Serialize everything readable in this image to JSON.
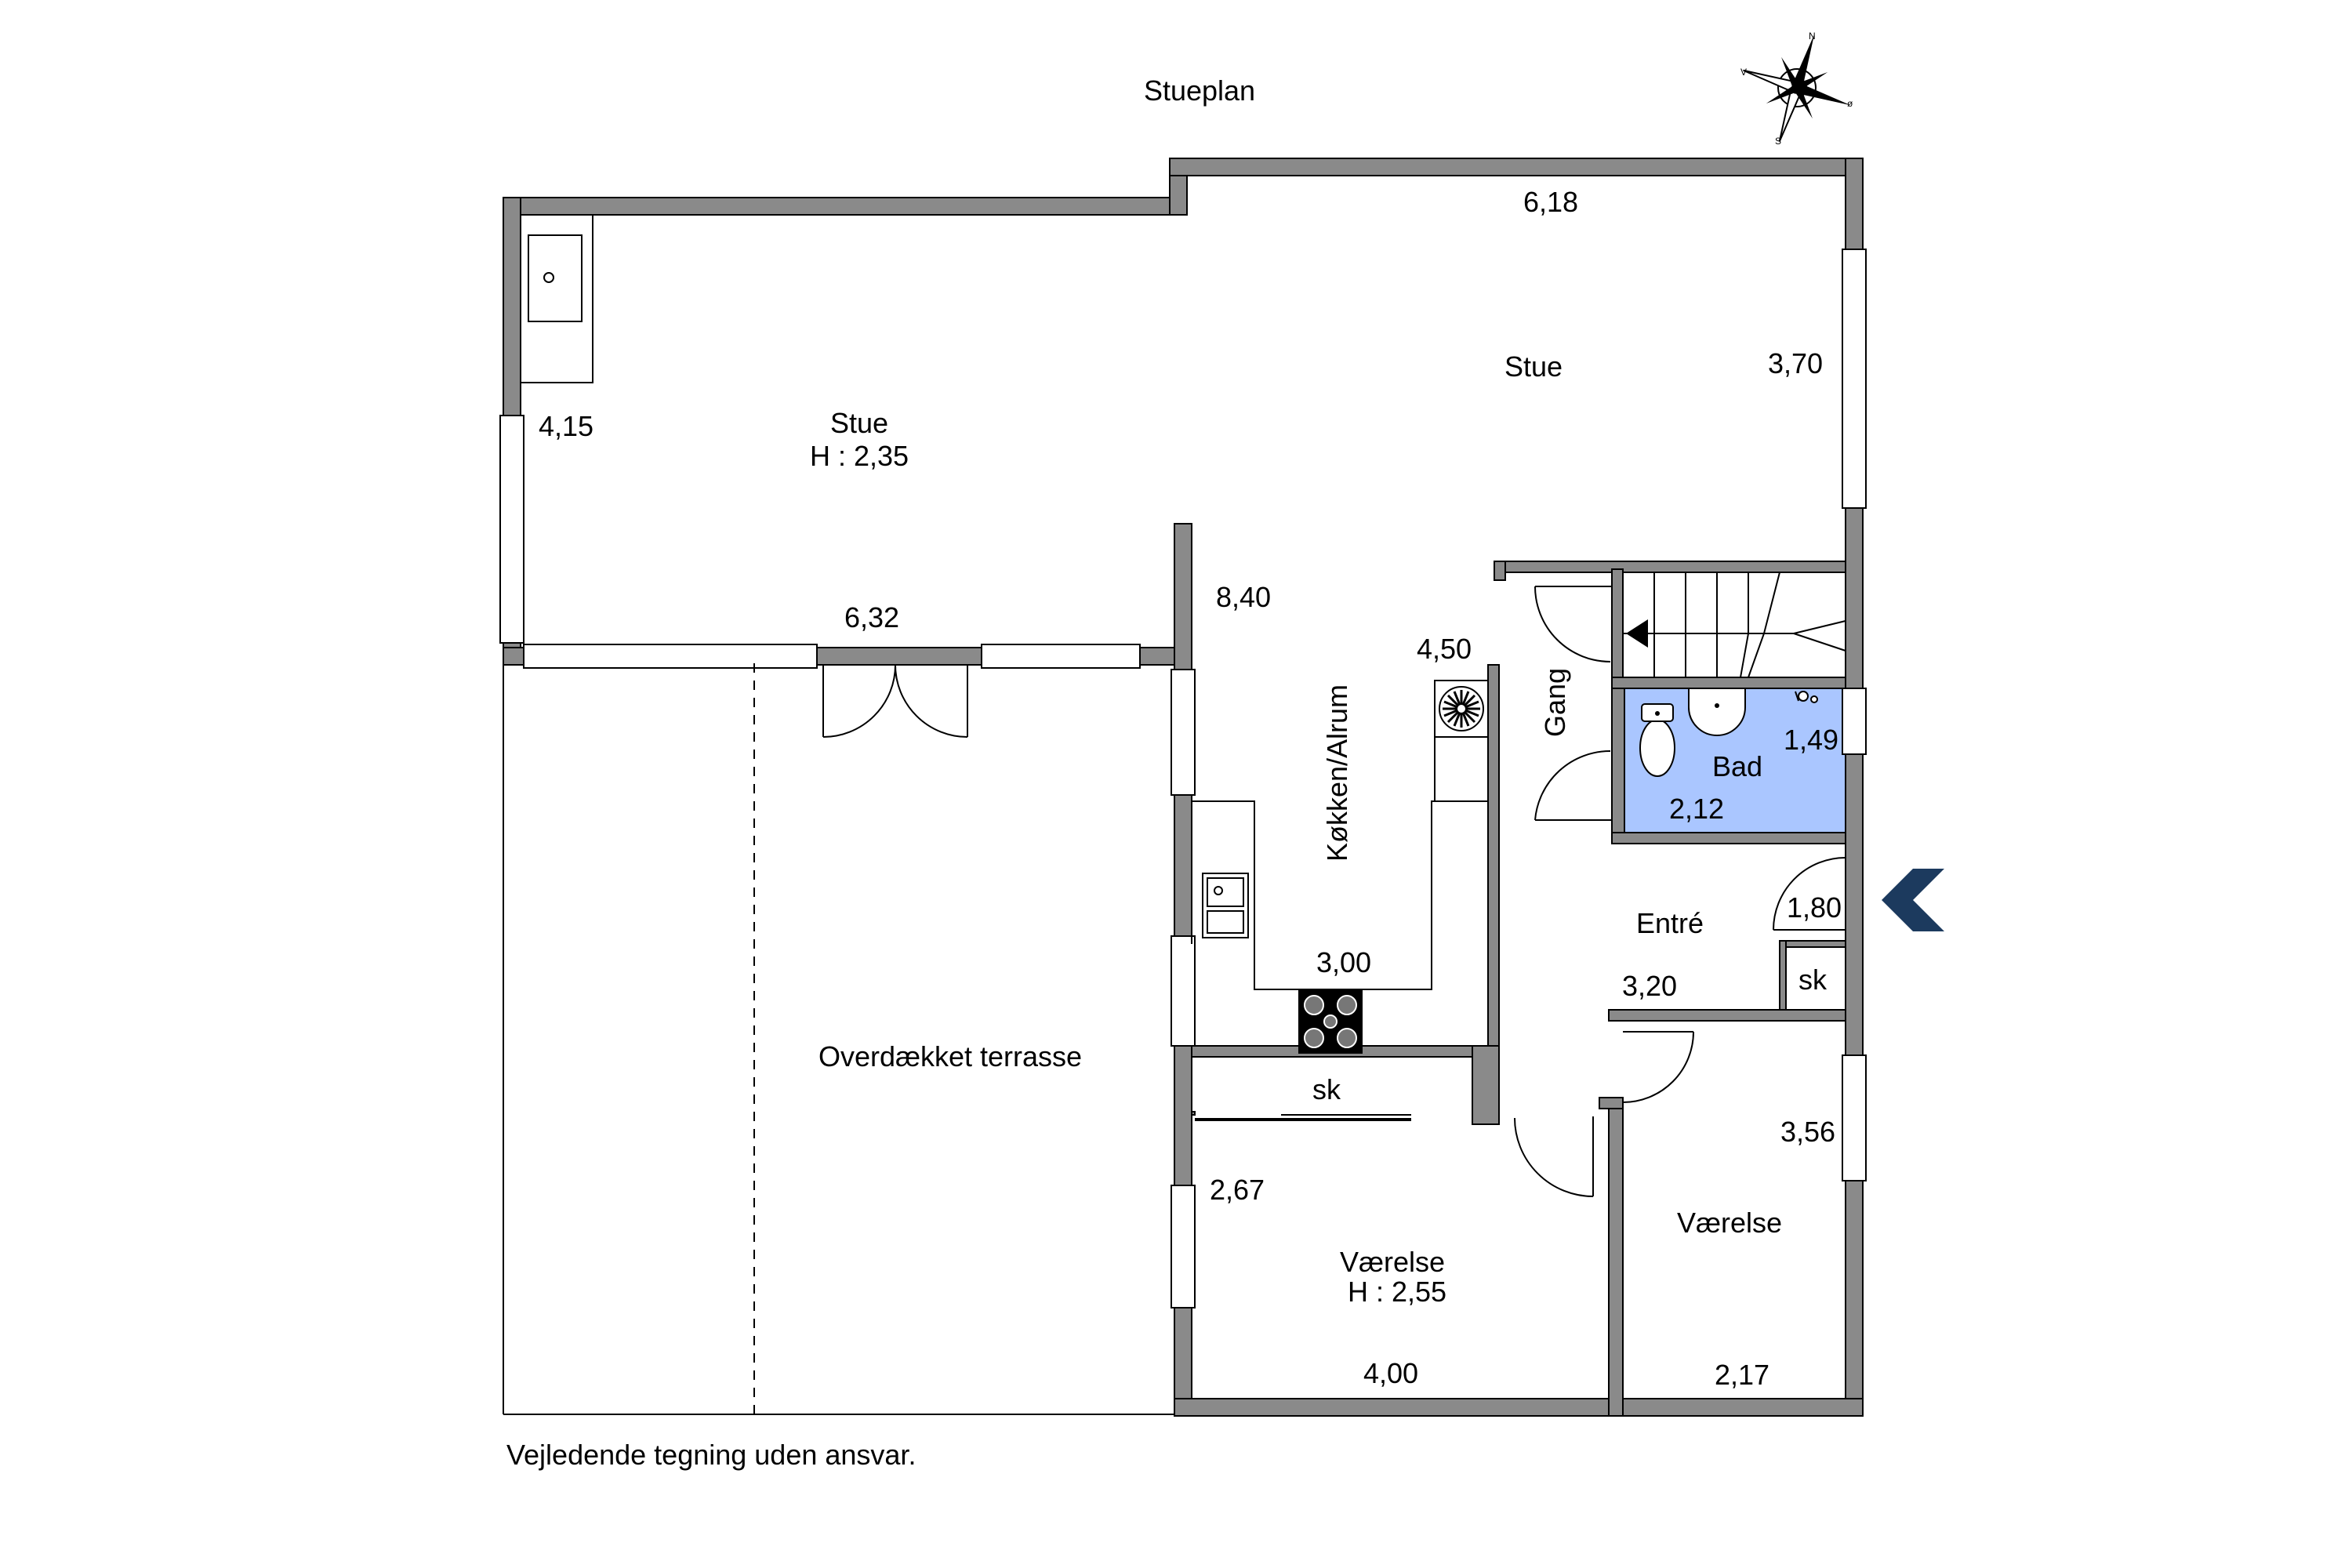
{
  "title": "Stueplan",
  "disclaimer": "Vejledende tegning uden ansvar.",
  "compass": {
    "n": "N",
    "s": "S",
    "v": "V",
    "o": "ø"
  },
  "colors": {
    "bath_fill": "#aac6ff",
    "wall": "#8a8a8a",
    "entrance_arrow": "#1c3a5e"
  },
  "rooms": {
    "stue_west": {
      "name": "Stue",
      "height": "H : 2,35",
      "dim_width": "6,32",
      "dim_depth": "4,15"
    },
    "stue_east": {
      "name": "Stue",
      "dim_width": "6,18",
      "dim_depth": "3,70"
    },
    "kitchen": {
      "name": "Køkken/Alrum",
      "dim_length": "8,40",
      "dim_a": "4,50",
      "dim_b": "3,00"
    },
    "gang": {
      "name": "Gang"
    },
    "bad": {
      "name": "Bad",
      "dim_width": "2,12",
      "dim_depth": "1,49"
    },
    "entre": {
      "name": "Entré",
      "dim_width": "3,20",
      "dim_depth": "1,80",
      "closet": "sk"
    },
    "terrace": {
      "name": "Overdækket terrasse"
    },
    "vaerelse_1": {
      "name": "Værelse",
      "height": "H : 2,55",
      "dim_width": "4,00",
      "dim_depth": "2,67",
      "closet": "sk"
    },
    "vaerelse_2": {
      "name": "Værelse",
      "dim_width": "2,17",
      "dim_depth": "3,56"
    }
  }
}
